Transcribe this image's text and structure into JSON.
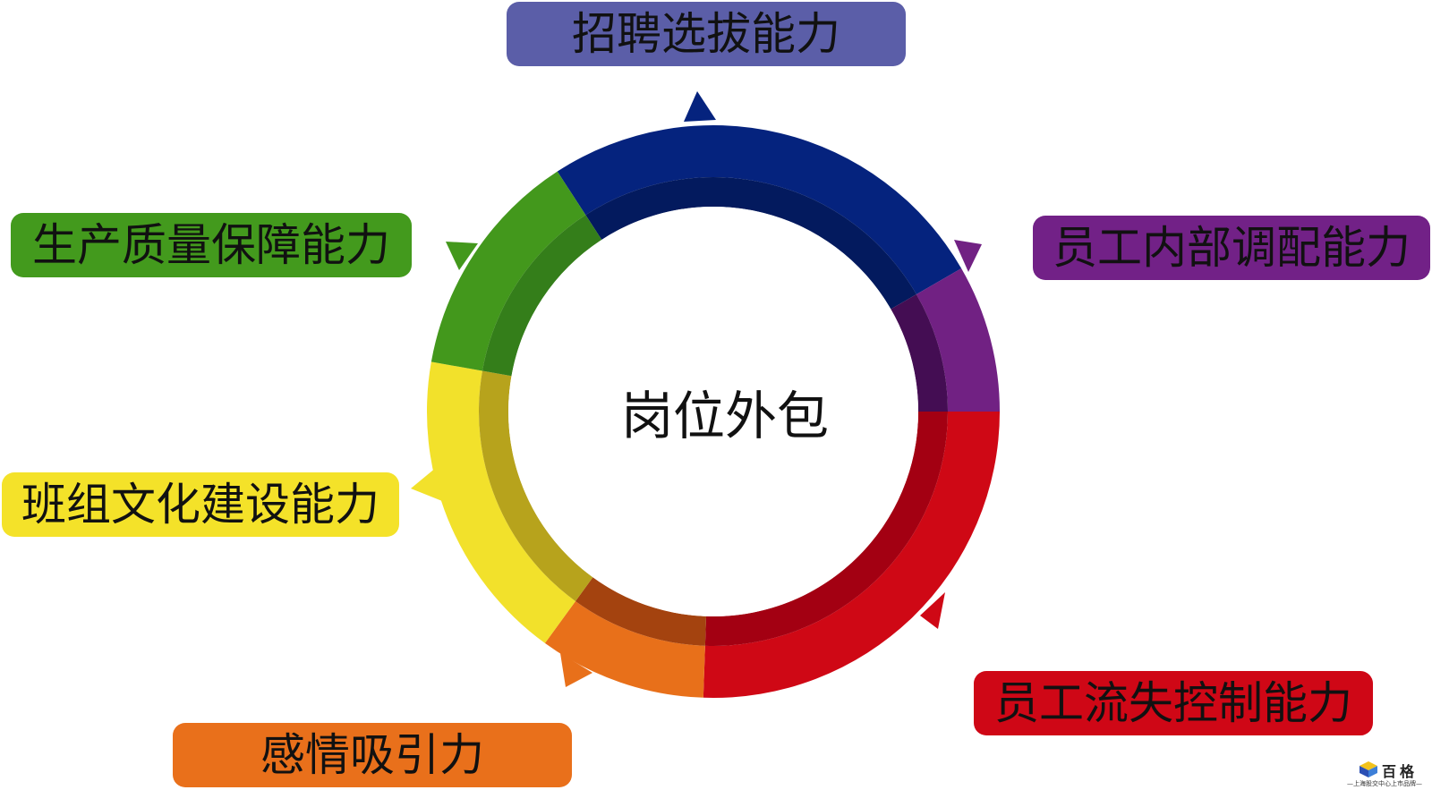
{
  "center": {
    "label": "岗位外包"
  },
  "segments": [
    {
      "label": "招聘选拔能力",
      "outer_color": "#05237e",
      "inner_color": "#031a5e",
      "label_bg": "#5b5ea8"
    },
    {
      "label": "员工内部调配能力",
      "outer_color": "#712183",
      "inner_color": "#440d53",
      "label_bg": "#722187"
    },
    {
      "label": "员工流失控制能力",
      "outer_color": "#cf0815",
      "inner_color": "#a30012",
      "label_bg": "#cf0716"
    },
    {
      "label": "感情吸引力",
      "outer_color": "#e8701a",
      "inner_color": "#a4430f",
      "label_bg": "#e9701b"
    },
    {
      "label": "班组文化建设能力",
      "outer_color": "#f2e12b",
      "inner_color": "#b7a31c",
      "label_bg": "#f4e229"
    },
    {
      "label": "生产质量保障能力",
      "outer_color": "#43981c",
      "inner_color": "#347e1a",
      "label_bg": "#439a1d"
    }
  ],
  "watermark": {
    "brand": "百格",
    "tagline": "—上海股交中心上市品牌—",
    "icon": "cube-icon"
  }
}
